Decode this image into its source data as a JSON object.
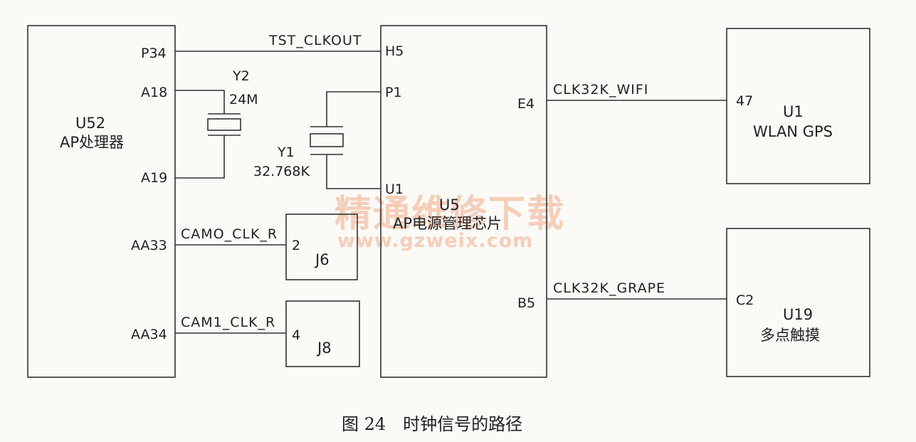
{
  "blocks": {
    "u52": {
      "ref": "U52",
      "name": "AP处理器"
    },
    "u5": {
      "ref": "U5",
      "name": "AP电源管理芯片"
    },
    "u1": {
      "ref": "U1",
      "name": "WLAN GPS"
    },
    "u19": {
      "ref": "U19",
      "name": "多点触摸"
    },
    "j6": {
      "pin": "2",
      "name": "J6"
    },
    "j8": {
      "pin": "4",
      "name": "J8"
    },
    "y2": {
      "ref": "Y2",
      "freq": "24M"
    },
    "y1": {
      "ref": "Y1",
      "freq": "32.768K"
    }
  },
  "pins": {
    "u52": [
      "P34",
      "A18",
      "A19",
      "AA33",
      "AA34"
    ],
    "u5_left": [
      "H5",
      "P1",
      "U1"
    ],
    "u5_right": [
      "E4",
      "B5"
    ],
    "u1": "47",
    "u19": "C2"
  },
  "nets": [
    "TST_CLKOUT",
    "CLK32K_WIFI",
    "CAMO_CLK_R",
    "CAM1_CLK_R",
    "CLK32K_GRAPE"
  ],
  "watermark": {
    "text": "精通维修下载",
    "url": "www.gzweix.com"
  },
  "caption": "图 24　时钟信号的路径"
}
